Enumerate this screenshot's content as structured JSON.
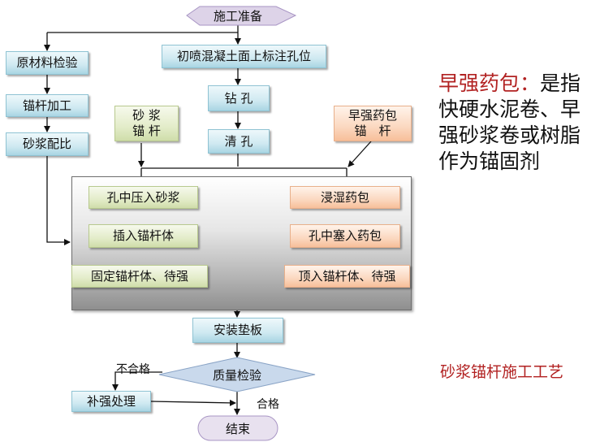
{
  "title": "砂浆锚杆施工工艺",
  "nodes": {
    "start": "施工准备",
    "raw_material": "原材料检验",
    "anchor_processing": "锚杆加工",
    "mortar_ratio": "砂浆配比",
    "mark_holes": "初喷混凝土面上标注孔位",
    "drill": "钻 孔",
    "clean": "清 孔",
    "mortar_anchor_type": "砂 浆\n锚 杆",
    "early_strength_type": "早强药包\n锚　杆",
    "press_mortar": "孔中压入砂浆",
    "insert_bolt": "插入锚杆体",
    "fix_bolt": "固定锚杆体、待强",
    "soak_pack": "浸湿药包",
    "insert_pack": "孔中塞入药包",
    "push_bolt": "顶入锚杆体、待强",
    "install_plate": "安装垫板",
    "quality_check": "质量检验",
    "reinforce": "补强处理",
    "end": "结束"
  },
  "edge_labels": {
    "fail": "不合格",
    "pass": "合格"
  },
  "side_note": {
    "term": "早强药包：",
    "definition": "是指快硬水泥卷、早强砂浆卷或树脂作为锚固剂"
  },
  "caption": "砂浆锚杆施工工艺",
  "colors": {
    "blue_box": "#cfe9f1",
    "green_box": "#e3ecc9",
    "orange_box": "#fbd8c0",
    "terminal": "#ddd3e8",
    "highlight_red": "#b22222"
  }
}
